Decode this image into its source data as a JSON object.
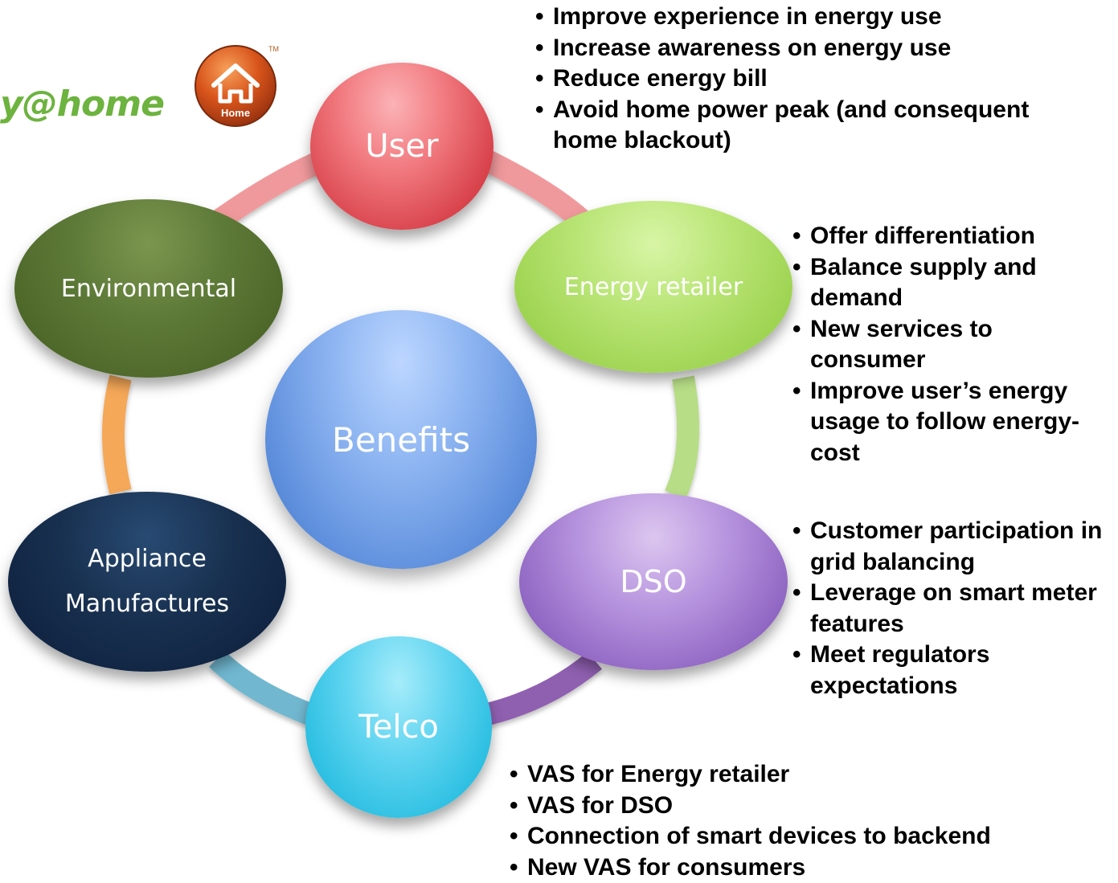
{
  "logo": {
    "text": "y@home",
    "icon_label": "Home",
    "trademark": "TM",
    "text_color": "#6db33f",
    "icon_color": "#d8541b"
  },
  "center": {
    "label": "Benefits"
  },
  "nodes": [
    {
      "id": "user",
      "label": "User",
      "color": "#e35b62",
      "benefits": [
        "Improve experience in energy use",
        "Increase awareness on energy use",
        "Reduce energy bill",
        "Avoid home power peak (and consequent home blackout)"
      ]
    },
    {
      "id": "energy_retailer",
      "label": "Energy retailer",
      "color": "#a8d85a",
      "benefits": [
        "Offer differentiation",
        "Balance supply and demand",
        "New services to consumer",
        "Improve user’s energy usage to follow energy-cost"
      ]
    },
    {
      "id": "dso",
      "label": "DSO",
      "color": "#9a72c8",
      "benefits": [
        "Customer participation in grid balancing",
        "Leverage on smart meter features",
        "Meet regulators expectations"
      ]
    },
    {
      "id": "telco",
      "label": "Telco",
      "color": "#3cc6e6",
      "benefits": [
        "VAS for Energy retailer",
        "VAS for DSO",
        "Connection of smart devices to backend",
        "New VAS for consumers"
      ]
    },
    {
      "id": "appliance_manufactures",
      "label_lines": [
        "Appliance",
        "Manufactures"
      ],
      "color": "#14284a"
    },
    {
      "id": "environmental",
      "label": "Environmental",
      "color": "#557032"
    }
  ]
}
